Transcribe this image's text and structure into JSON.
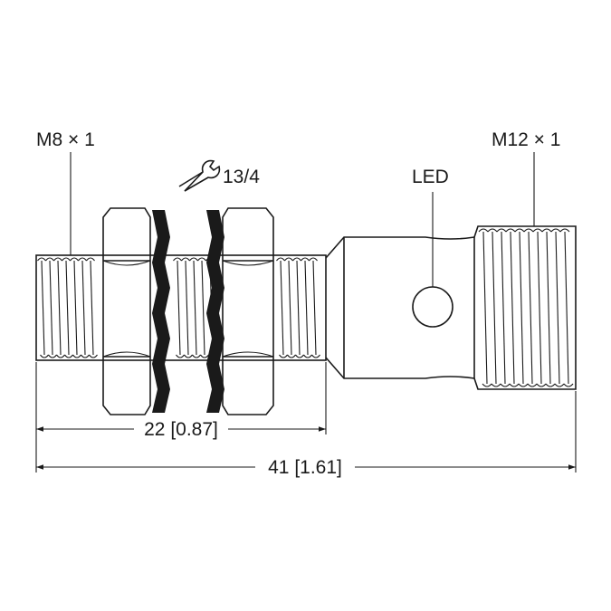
{
  "labels": {
    "thread_left": "M8 × 1",
    "wrench_size": "13/4",
    "led": "LED",
    "thread_right": "M12 × 1",
    "dim_short": "22 [0.87]",
    "dim_long": "41 [1.61]"
  },
  "icons": [
    "wrench-icon",
    "lock-washer",
    "hex-nut"
  ],
  "colors": {
    "line": "#1a1a1a",
    "background": "#ffffff"
  }
}
